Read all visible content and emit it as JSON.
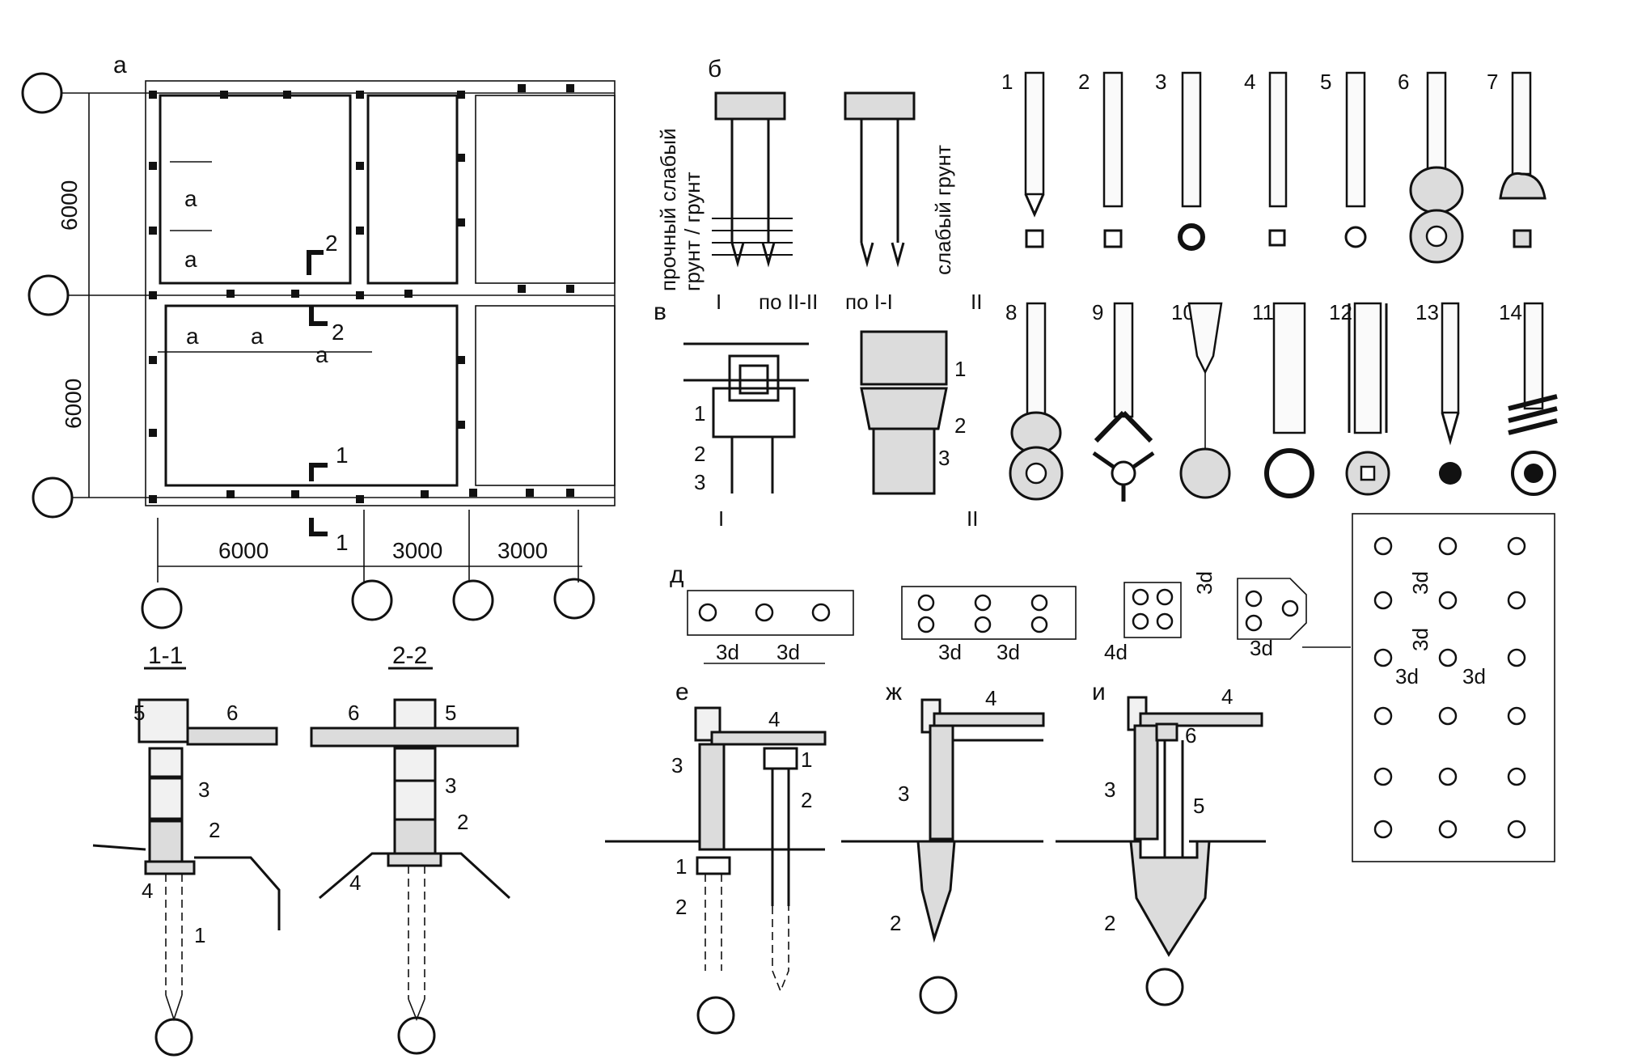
{
  "figure": {
    "panel_labels": {
      "a": "а",
      "b": "б",
      "v": "в",
      "d": "д",
      "e": "е",
      "zh": "ж",
      "i": "и"
    },
    "plan": {
      "dimensions": {
        "v1": "6000",
        "v2": "6000",
        "h1": "6000",
        "h2": "3000",
        "h3": "3000"
      },
      "spacing_marks": [
        "а",
        "а",
        "а",
        "а",
        "а"
      ],
      "section_marks": [
        "1",
        "1",
        "2",
        "2"
      ]
    },
    "soil_panel": {
      "left_label_top": "прочный слабый",
      "left_label_bottom": "грунт / грунт",
      "right_label": "слабый грунт"
    },
    "joint_panel": {
      "section_left": "по II-II",
      "section_right": "по I-I",
      "mark_I": "I",
      "mark_II": "II",
      "items": [
        "1",
        "2",
        "3"
      ]
    },
    "pile_types": [
      "1",
      "2",
      "3",
      "4",
      "5",
      "6",
      "7",
      "8",
      "9",
      "10",
      "11",
      "12",
      "13",
      "14"
    ],
    "sections": {
      "s11": "1-1",
      "s22": "2-2",
      "callouts_11": [
        "5",
        "6",
        "3",
        "2",
        "4",
        "1"
      ],
      "callouts_22": [
        "6",
        "5",
        "3",
        "2",
        "4"
      ]
    },
    "spacing_panel": {
      "d3": "3d",
      "d4": "4d"
    },
    "foundations": {
      "e": [
        "4",
        "3",
        "1",
        "2",
        "1",
        "2"
      ],
      "zh": [
        "4",
        "3",
        "2"
      ],
      "i": [
        "4",
        "6",
        "3",
        "5",
        "2"
      ]
    }
  }
}
